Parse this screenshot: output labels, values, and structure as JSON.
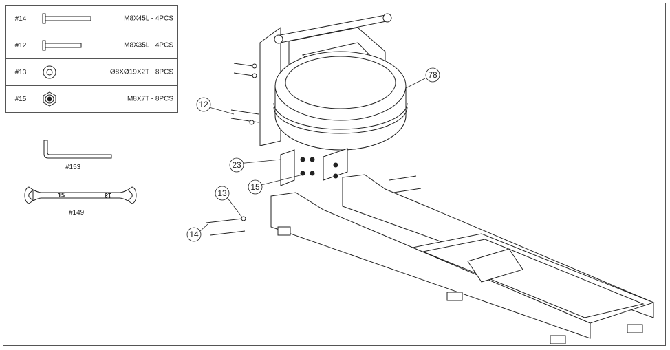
{
  "parts_table": [
    {
      "code": "#14",
      "spec": "M8X45L - 4PCS",
      "icon": "long-bolt-icon"
    },
    {
      "code": "#12",
      "spec": "M8X35L - 4PCS",
      "icon": "bolt-icon"
    },
    {
      "code": "#13",
      "spec": "Ø8XØ19X2T - 8PCS",
      "icon": "washer-icon"
    },
    {
      "code": "#15",
      "spec": "M8X7T - 8PCS",
      "icon": "hex-nut-icon"
    }
  ],
  "tools": [
    {
      "code": "#153",
      "icon": "allen-key-icon"
    },
    {
      "code": "#149",
      "icon": "open-end-wrench-icon",
      "markings": [
        "15",
        "13"
      ]
    }
  ],
  "callouts": [
    {
      "id": "78",
      "label": "78"
    },
    {
      "id": "12",
      "label": "12"
    },
    {
      "id": "23",
      "label": "23"
    },
    {
      "id": "15",
      "label": "15"
    },
    {
      "id": "13",
      "label": "13"
    },
    {
      "id": "14",
      "label": "14"
    }
  ]
}
